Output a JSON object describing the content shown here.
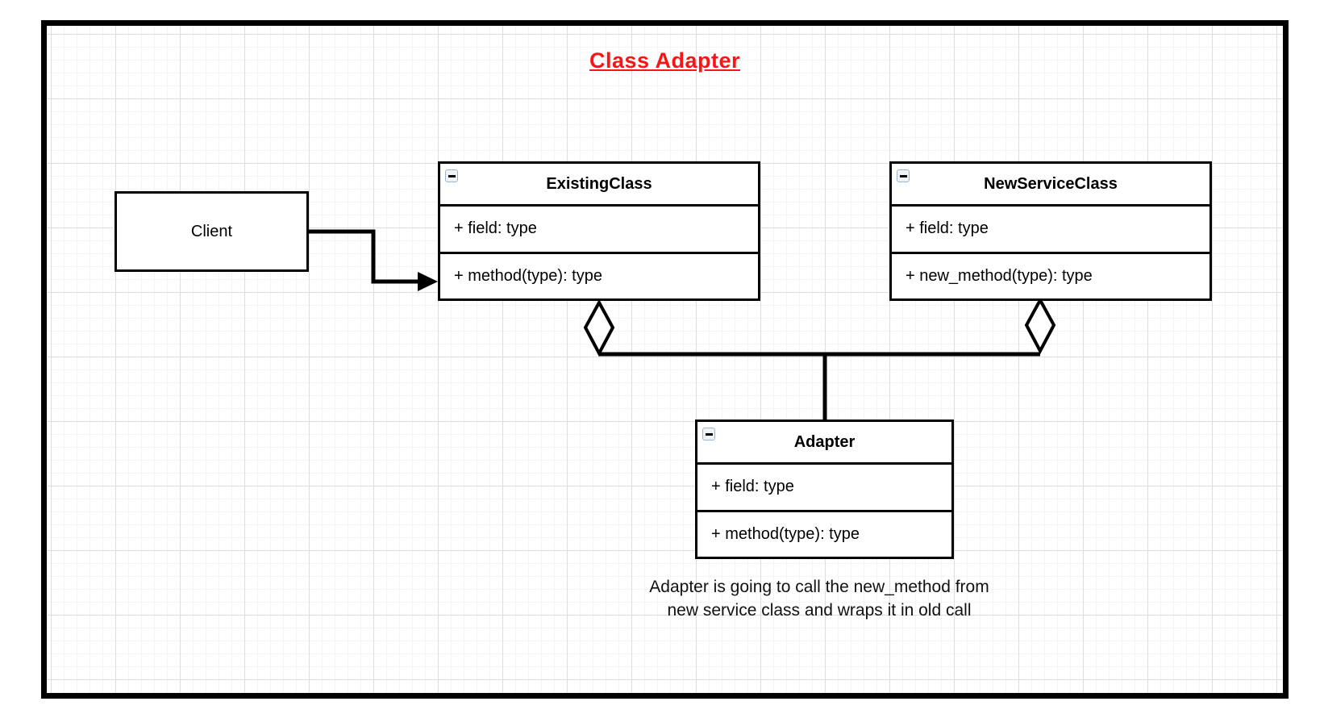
{
  "page": {
    "title": "Class Adapter",
    "caption_line1": "Adapter is going to call the new_method from",
    "caption_line2": "new service class and wraps it in old call"
  },
  "client_box": {
    "label": "Client"
  },
  "classes": [
    {
      "name": "ExistingClass",
      "members": [
        "+ field: type",
        "+ method(type): type"
      ],
      "collapse_icon": "minus-icon"
    },
    {
      "name": "NewServiceClass",
      "members": [
        "+ field: type",
        "+ new_method(type): type"
      ],
      "collapse_icon": "minus-icon"
    },
    {
      "name": "Adapter",
      "members": [
        "+ field: type",
        "+ method(type): type"
      ],
      "collapse_icon": "minus-icon"
    }
  ],
  "relationships": [
    {
      "from": "Client",
      "to": "ExistingClass",
      "type": "directed-arrow"
    },
    {
      "from": "Adapter",
      "to": "ExistingClass",
      "type": "aggregation-diamond"
    },
    {
      "from": "Adapter",
      "to": "NewServiceClass",
      "type": "aggregation-diamond"
    }
  ],
  "colors": {
    "title_red": "#fb1414",
    "stroke_black": "#000000",
    "grid_minor": "#f4f4f4",
    "grid_major": "#dedede",
    "canvas_border": "#000000"
  }
}
